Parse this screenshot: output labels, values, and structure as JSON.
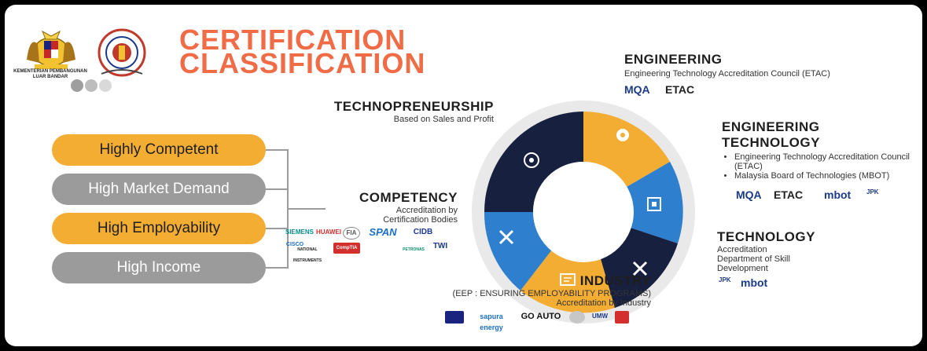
{
  "header": {
    "title_line1": "CERTIFICATION",
    "title_line2": "CLASSIFICATION",
    "crest_caption": "KEMENTERIAN PEMBANGUNAN LUAR BANDAR"
  },
  "outcomes": [
    {
      "label": "Highly Competent",
      "style": "orange"
    },
    {
      "label": "High Market Demand",
      "style": "gray"
    },
    {
      "label": "High Employability",
      "style": "orange"
    },
    {
      "label": "High Income",
      "style": "gray"
    }
  ],
  "categories": {
    "engineering": {
      "heading": "ENGINEERING",
      "desc": "Engineering Technology Accreditation Council (ETAC)",
      "logos": [
        "MQA",
        "ETAC"
      ]
    },
    "technopreneurship": {
      "heading": "TECHNOPRENEURSHIP",
      "desc": "Based on Sales and Profit"
    },
    "engineering_technology": {
      "heading_line1": "ENGINEERING",
      "heading_line2": "TECHNOLOGY",
      "bullets": [
        "Engineering Technology Accreditation Council (ETAC)",
        "Malaysia Board of Technologies (MBOT)"
      ],
      "logos": [
        "MQA",
        "ETAC",
        "mbot",
        "JPK"
      ]
    },
    "competency": {
      "heading": "COMPETENCY",
      "desc_line1": "Accreditation by",
      "desc_line2": "Certification Bodies",
      "logos": [
        "SIEMENS",
        "HUAWEI",
        "FIA",
        "SPAN",
        "CIDB",
        "CISCO",
        "NATIONAL INSTRUMENTS",
        "CompTIA",
        "PETRONAS",
        "TWI"
      ]
    },
    "technology": {
      "heading": "TECHNOLOGY",
      "desc_line1": "Accreditation",
      "desc_line2": "Department of Skill",
      "desc_line3": "Development",
      "logos": [
        "JPK",
        "mbot"
      ]
    },
    "industry": {
      "heading": "INDUSTRY",
      "desc_line1": "(EEP : ENSURING EMPLOYABILITY PROGRAMS)",
      "desc_line2": "Accreditation by Industry",
      "logos": [
        "sapura energy",
        "GO AUTO",
        "UMW"
      ]
    }
  },
  "colors": {
    "title": "#ef6c47",
    "orange": "#f3ad33",
    "gray": "#9b9b9b",
    "navy": "#17203f",
    "blue": "#2f7fcf"
  },
  "icons": [
    "gear-icon",
    "chip-icon",
    "tools-icon",
    "blueprint-icon",
    "target-icon"
  ]
}
